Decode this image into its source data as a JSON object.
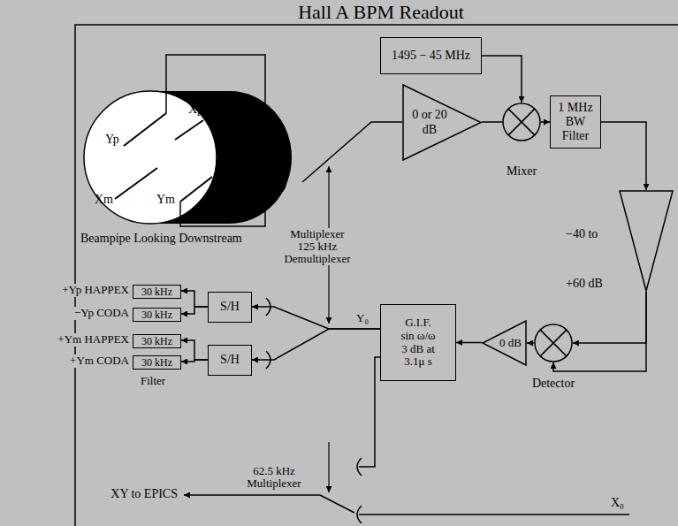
{
  "diagram": {
    "title": "Hall A BPM Readout",
    "nodes": [
      {
        "text": [
          "1495 − 45 MHz"
        ]
      },
      {
        "text": [
          "0 or 20 dB"
        ]
      },
      {
        "text": [
          "Mixer"
        ]
      },
      {
        "text": [
          "1 MHz BW Filter"
        ]
      },
      {
        "text": [
          "−40 to +60 dB"
        ]
      },
      {
        "text": [
          "Detector"
        ]
      },
      {
        "text": [
          "0 dB"
        ]
      },
      {
        "text": [
          "G.I.F. sin ω/ω 3 dB at 3.1μ s"
        ]
      },
      {
        "text": [
          "S/H"
        ]
      },
      {
        "text": [
          "S/H"
        ]
      },
      {
        "text": [
          "30 kHz"
        ]
      },
      {
        "text": [
          "30 kHz"
        ]
      },
      {
        "text": [
          "30 kHz"
        ]
      },
      {
        "text": [
          "30 kHz"
        ]
      }
    ],
    "edges": [
      {
        "from": 0,
        "to": 2,
        "arrow": "to"
      },
      {
        "from": 1,
        "to": 2,
        "arrow": "none"
      },
      {
        "from": 2,
        "to": 3,
        "arrow": "to"
      },
      {
        "from": 3,
        "to": 4,
        "arrow": "to"
      },
      {
        "from": 4,
        "to": 5,
        "arrow": "to"
      },
      {
        "from": 4,
        "to": 5,
        "arrow": "to"
      },
      {
        "from": 5,
        "to": 6,
        "arrow": "to"
      },
      {
        "from": 6,
        "to": 7,
        "arrow": "to"
      },
      {
        "from": 7,
        "to": 8,
        "arrow": "to"
      },
      {
        "from": 7,
        "to": 9,
        "arrow": "to"
      },
      {
        "from": 8,
        "to": 10,
        "arrow": "to"
      },
      {
        "from": 8,
        "to": 11,
        "arrow": "to"
      },
      {
        "from": 9,
        "to": 12,
        "arrow": "to"
      },
      {
        "from": 9,
        "to": 13,
        "arrow": "to"
      }
    ],
    "labels": [
      "Yp",
      "Xp",
      "Xm",
      "Ym",
      "Beampipe Looking Downstream",
      "Multiplexer 125 kHz Demultiplexer",
      "Y₀",
      "+Yp HAPPEX",
      "−Yp CODA",
      "+Ym HAPPEX",
      "+Ym CODA",
      "Filter",
      "62.5 kHz Multiplexer",
      "XY to EPICS",
      "X₀"
    ]
  }
}
